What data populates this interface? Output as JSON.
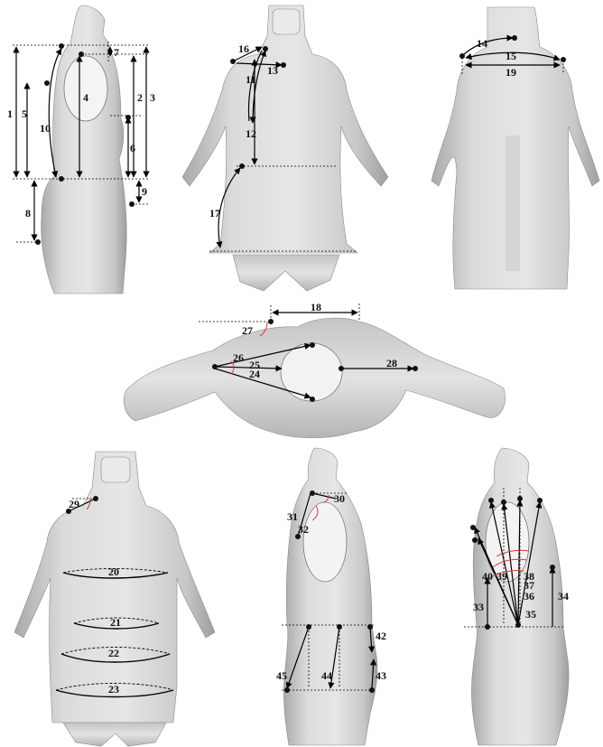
{
  "colors": {
    "background": "#ffffff",
    "body_fill": "#d4d4d4",
    "body_shade": "#b8b8b8",
    "line": "#000000",
    "angle_arc": "#d23a3a",
    "dot": "#111111"
  },
  "icons": {
    "landmark": "landmark-dot-icon",
    "arrow": "arrowhead-icon"
  },
  "panels": [
    {
      "id": "side-view",
      "view": "side"
    },
    {
      "id": "front-view",
      "view": "front"
    },
    {
      "id": "back-view",
      "view": "back"
    },
    {
      "id": "top-view",
      "view": "top"
    },
    {
      "id": "front-girths",
      "view": "front"
    },
    {
      "id": "side-waist",
      "view": "side"
    },
    {
      "id": "side-angles",
      "view": "side"
    }
  ],
  "measurement_labels": {
    "m1": "1",
    "m2": "2",
    "m3": "3",
    "m4": "4",
    "m5": "5",
    "m6": "6",
    "m7": "7",
    "m8": "8",
    "m9": "9",
    "m10": "10",
    "m11": "11",
    "m12": "12",
    "m13": "13",
    "m14": "14",
    "m15": "15",
    "m16": "16",
    "m17": "17",
    "m18": "18",
    "m19": "19",
    "m20": "20",
    "m21": "21",
    "m22": "22",
    "m23": "23",
    "m24": "24",
    "m25": "25",
    "m26": "26",
    "m27": "27",
    "m28": "28",
    "m29": "29",
    "m30": "30",
    "m31": "31",
    "m32": "32",
    "m33": "33",
    "m34": "34",
    "m35": "35",
    "m36": "36",
    "m37": "37",
    "m38": "38",
    "m39": "39",
    "m40": "40",
    "m42": "42",
    "m43": "43",
    "m44": "44",
    "m45": "45"
  }
}
